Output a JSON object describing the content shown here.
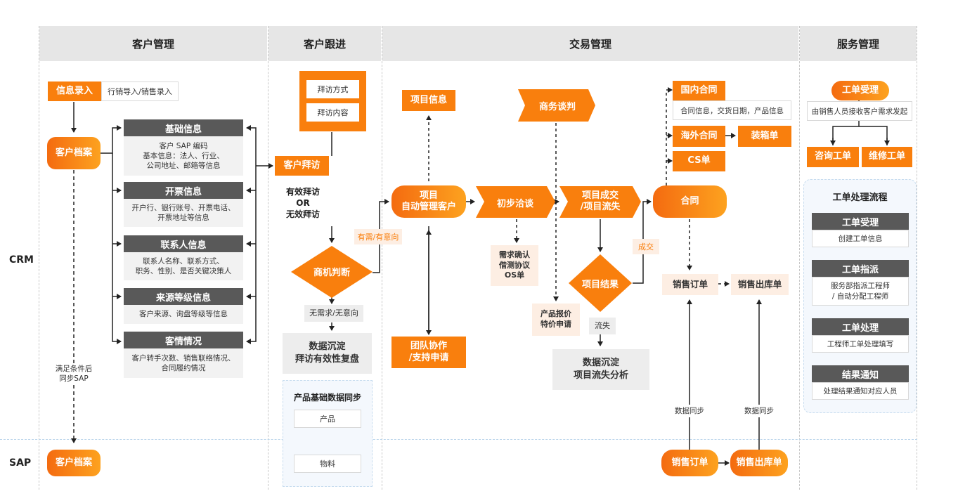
{
  "columns": {
    "customer_mgmt": "客户管理",
    "customer_follow": "客户跟进",
    "trade_mgmt": "交易管理",
    "service_mgmt": "服务管理"
  },
  "lanes": {
    "crm": "CRM",
    "sap": "SAP"
  },
  "customer": {
    "info_entry": "信息录入",
    "info_entry_note": "行销导入/销售录入",
    "archive": "客户档案",
    "sync_note_1": "满足条件后",
    "sync_note_2": "同步SAP",
    "sap_archive": "客户档案",
    "groups": [
      {
        "title": "基础信息",
        "lines": [
          "客户 SAP 编码",
          "基本信息：法人、行业、",
          "公司地址、邮箱等信息"
        ]
      },
      {
        "title": "开票信息",
        "lines": [
          "开户行、银行账号、开票电话、",
          "开票地址等信息"
        ]
      },
      {
        "title": "联系人信息",
        "lines": [
          "联系人名称、联系方式、",
          "职务、性别、是否关键决策人"
        ]
      },
      {
        "title": "来源等级信息",
        "lines": [
          "客户来源、询盘等级等信息"
        ]
      },
      {
        "title": "客情情况",
        "lines": [
          "客户转手次数、销售联络情况、",
          "合同履约情况"
        ]
      }
    ]
  },
  "follow": {
    "visit_method": "拜访方式",
    "visit_content": "拜访内容",
    "customer_visit": "客户拜访",
    "valid_1": "有效拜访",
    "valid_or": "OR",
    "valid_2": "无效拜访",
    "opportunity": "商机判断",
    "has_need": "有需/有意向",
    "no_need": "无需求/无意向",
    "data_settle_1": "数据沉淀",
    "data_settle_2": "拜访有效性复盘",
    "product_sync": "产品基础数据同步",
    "product": "产品",
    "material": "物料"
  },
  "trade": {
    "project_info": "项目信息",
    "project_auto_1": "项目",
    "project_auto_2": "自动管理客户",
    "team_1": "团队协作",
    "team_2": "/支持申请",
    "negotiation": "商务谈判",
    "initial": "初步洽谈",
    "demand_1": "需求确认",
    "demand_2": "借测协议",
    "demand_3": "OS单",
    "deal_1": "项目成交",
    "deal_2": "/项目流失",
    "result": "项目结果",
    "lost": "流失",
    "deal_label": "成交",
    "quote_1": "产品报价",
    "quote_2": "特价申请",
    "lost_analysis_1": "数据沉淀",
    "lost_analysis_2": "项目流失分析",
    "contract": "合同",
    "domestic": "国内合同",
    "domestic_note": "合同信息，交货日期，产品信息",
    "overseas": "海外合同",
    "packing": "装箱单",
    "cs": "CS单",
    "sales_order": "销售订单",
    "sales_outbound": "销售出库单",
    "data_sync": "数据同步",
    "data_sync_2": "数据同步",
    "sap_sales_order": "销售订单",
    "sap_sales_outbound": "销售出库单"
  },
  "service": {
    "ticket_accept": "工单受理",
    "ticket_note": "由销售人员接收客户需求发起",
    "consult": "咨询工单",
    "repair": "维修工单",
    "flow_title": "工单处理流程",
    "steps": [
      {
        "title": "工单受理",
        "desc": [
          "创建工单信息"
        ]
      },
      {
        "title": "工单指派",
        "desc": [
          "服务部指派工程师",
          "/ 自动分配工程师"
        ]
      },
      {
        "title": "工单处理",
        "desc": [
          "工程师工单处理填写"
        ]
      },
      {
        "title": "结果通知",
        "desc": [
          "处理结果通知对应人员"
        ]
      }
    ]
  },
  "colors": {
    "orange": "#f97f0d",
    "light_orange": "#fdeee3",
    "dark_gray": "#595959",
    "header_gray": "#e6e6e6"
  }
}
